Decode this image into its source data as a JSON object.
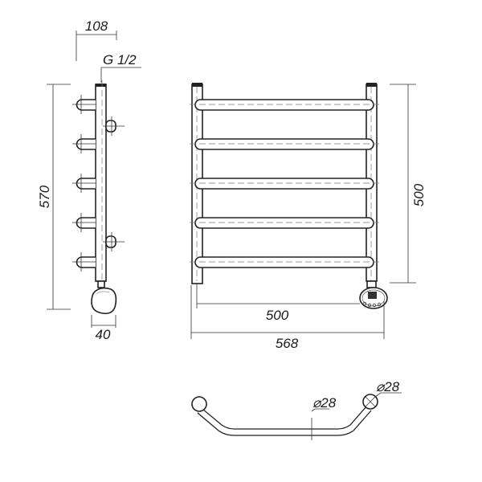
{
  "drawing": {
    "side_view": {
      "depth_label": "108",
      "connection_label": "G 1/2",
      "height_label": "570",
      "heater_width_label": "40"
    },
    "front_view": {
      "center_height_label": "500",
      "center_width_label": "500",
      "overall_width_label": "568",
      "rung_count": 5
    },
    "top_view": {
      "rung_diameter_label": "⌀28",
      "pipe_diameter_label": "⌀28"
    }
  }
}
